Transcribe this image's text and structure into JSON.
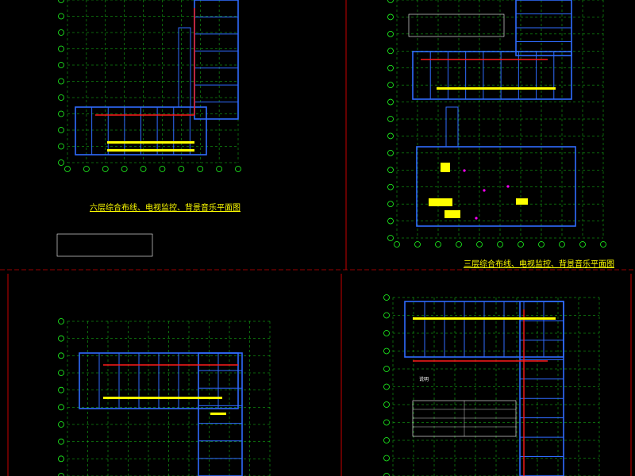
{
  "drawing": {
    "background": "#000000",
    "colors": {
      "wall": "#2f6bff",
      "cable": "#ff1a1a",
      "device": "#ffff00",
      "grid": "#20ff20",
      "conduit": "#ffffff",
      "accent": "#ff00ff",
      "frame": "#c80000"
    }
  },
  "sheets": [
    {
      "id": "floor-6",
      "caption": "六层综合布线、电视监控、背景音乐平面图"
    },
    {
      "id": "floor-3",
      "caption": "三层综合布线、电视监控、背景音乐平面图"
    },
    {
      "id": "floor-lower-left",
      "caption": ""
    },
    {
      "id": "floor-lower-right",
      "caption": ""
    }
  ],
  "notes": {
    "title": "说明"
  }
}
